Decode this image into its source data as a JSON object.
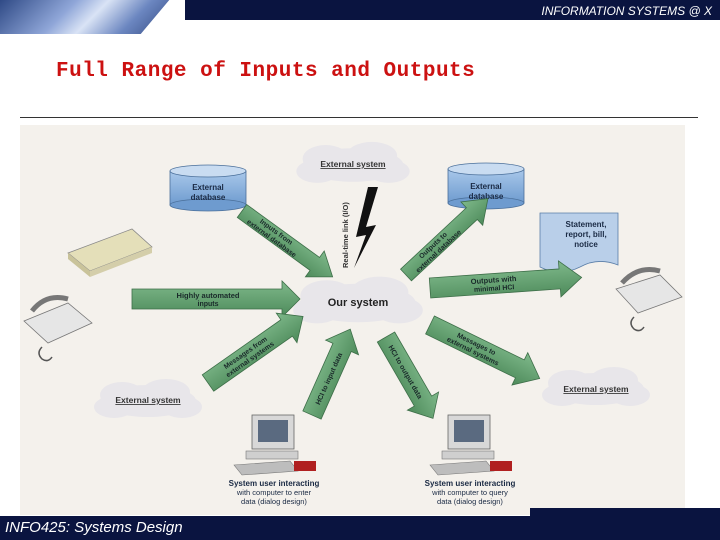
{
  "header": {
    "title": "INFORMATION SYSTEMS @ X"
  },
  "slide": {
    "title": "Full Range of Inputs and Outputs"
  },
  "diagram": {
    "center": "Our system",
    "top_cloud": "External system",
    "left_cloud": "External system",
    "right_cloud": "External system",
    "db_left": [
      "External",
      "database"
    ],
    "db_right": [
      "External",
      "database"
    ],
    "realtime_link": "Real-time link (I/O)",
    "arrow_inputs_from_db": [
      "Inputs from",
      "external database"
    ],
    "arrow_outputs_to_db": [
      "Outputs to",
      "external database"
    ],
    "arrow_high_auto": [
      "Highly automated",
      "inputs"
    ],
    "arrow_outputs_minimal": [
      "Outputs with",
      "minimal HCI"
    ],
    "arrow_messages_from": [
      "Messages from",
      "external systems"
    ],
    "arrow_messages_to": [
      "Messages to",
      "external systems"
    ],
    "arrow_hci_input": "HCI to input data",
    "arrow_hci_output": "HCI to output data",
    "statement": [
      "Statement,",
      "report, bill,",
      "notice"
    ],
    "user_left": [
      "System user interacting",
      "with computer to enter",
      "data (dialog design)"
    ],
    "user_right": [
      "System user interacting",
      "with computer to query",
      "data (dialog design)"
    ]
  },
  "footer": {
    "text": "INFO425: Systems Design"
  },
  "colors": {
    "bar": "#0a1440",
    "title": "#cc1111",
    "arrow": "#5e9a6a",
    "db": "#8fb4dc",
    "cloud": "#e8e6ea",
    "bg": "#f4f1ec"
  }
}
